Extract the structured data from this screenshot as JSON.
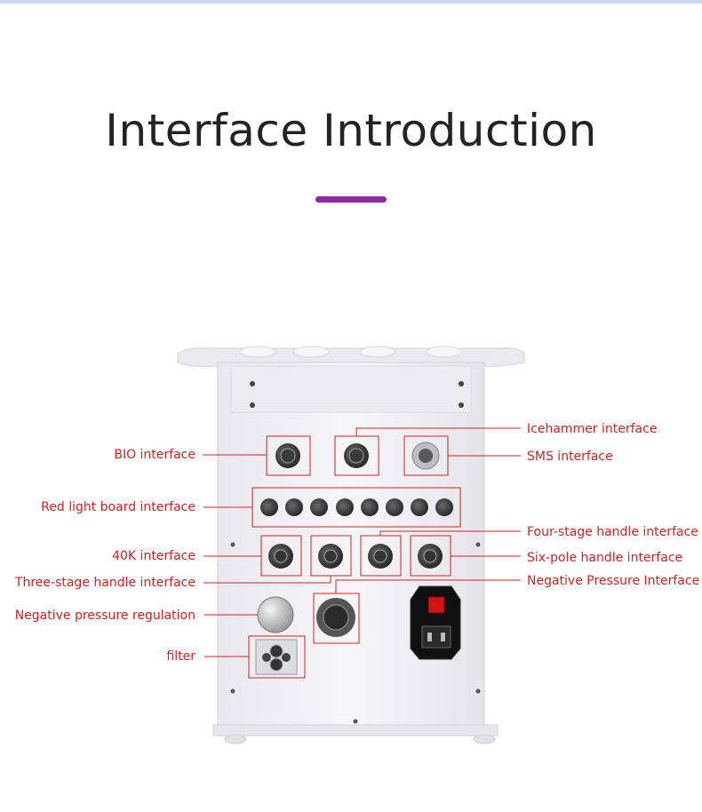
{
  "title": "Interface Introduction",
  "colors": {
    "accent": "#8e2aa8",
    "label_red": "#d42020",
    "device_body": "#f2f2f5"
  },
  "labels": {
    "left": {
      "bio": "BIO interface",
      "red_light": "Red light board interface",
      "k40": "40K interface",
      "three_stage": "Three-stage handle interface",
      "neg_regulation": "Negative pressure regulation",
      "filter": "filter"
    },
    "right": {
      "icehammer": "Icehammer interface",
      "sms": "SMS interface",
      "four_stage": "Four-stage handle interface",
      "six_pole": "Six-pole handle interface",
      "neg_interface": "Negative Pressure Interface"
    }
  },
  "icons": {
    "device": "beauty-machine-rear-panel",
    "connector": "round-aviation-connector",
    "power": "power-socket-with-switch"
  }
}
